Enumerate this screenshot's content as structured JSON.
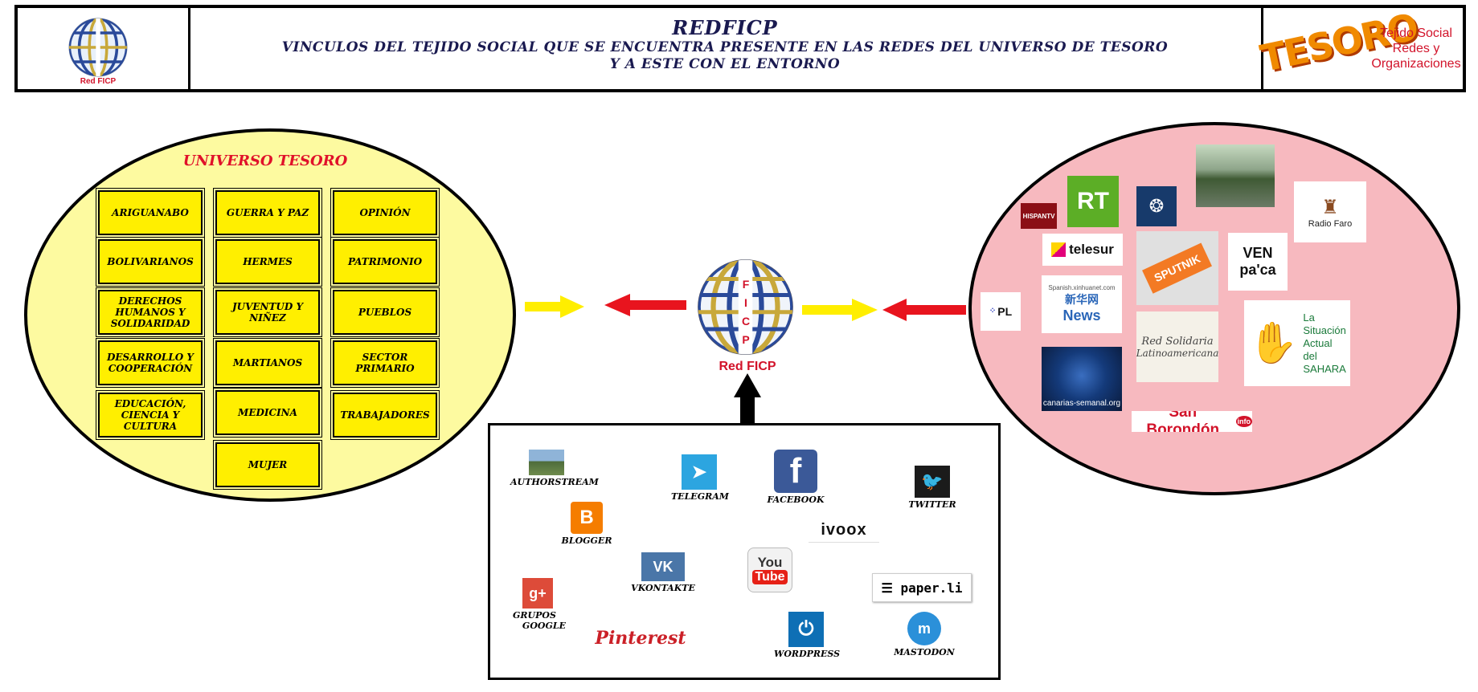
{
  "header": {
    "logo_caption": "Red FICP",
    "title": "REDFICP",
    "subtitle_line1": "VINCULOS DEL TEJIDO SOCIAL QUE SE ENCUENTRA PRESENTE EN LAS REDES DEL UNIVERSO DE TESORO",
    "subtitle_line2": "Y A ESTE CON EL ENTORNO",
    "tesoro_word": "TESORO",
    "tesoro_subtitle": [
      "Tejido Social",
      "Redes y",
      "Organizaciones"
    ]
  },
  "universe": {
    "title": "UNIVERSO TESORO",
    "col1": [
      "ARIGUANABO",
      "BOLIVARIANOS",
      "DERECHOS HUMANOS Y SOLIDARIDAD",
      "DESARROLLO Y COOPERACIÓN",
      "EDUCACIÓN, CIENCIA Y CULTURA"
    ],
    "col2": [
      "GUERRA Y PAZ",
      "HERMES",
      "JUVENTUD Y NIÑEZ",
      "MARTIANOS",
      "MEDICINA",
      "MUJER"
    ],
    "col3": [
      "OPINIÓN",
      "PATRIMONIO",
      "PUEBLOS",
      "SECTOR PRIMARIO",
      "TRABAJADORES"
    ]
  },
  "center": {
    "globe_letters": [
      "F",
      "I",
      "C",
      "P"
    ],
    "label": "Red FICP"
  },
  "social": {
    "authorstream": "AUTHORSTREAM",
    "telegram": "TELEGRAM",
    "facebook": "FACEBOOK",
    "twitter": "TWITTER",
    "blogger": "BLOGGER",
    "ivoox": "ivoox",
    "vkontakte": "VKONTAKTE",
    "youtube_top": "You",
    "youtube_bottom": "Tube",
    "paperli": "paper.li",
    "grupos_google_1": "GRUPOS",
    "grupos_google_2": "GOOGLE",
    "pinterest": "Pinterest",
    "wordpress": "WORDPRESS",
    "mastodon": "MASTODON"
  },
  "media": {
    "hispantv": "HISPANTV",
    "rt": "RT",
    "telesur": "telesur",
    "sputnik": "SPUTNIK",
    "venpaca": "VEN pa'ca",
    "radio_faro": "Radio Faro",
    "pl": "PL",
    "xinhua_top": "Spanish.xinhuanet.com",
    "xinhua_cn": "新华网",
    "xinhua_news": "News",
    "red_solidaria_1": "Red Solidaria",
    "red_solidaria_2": "Latinoamericana",
    "sahara": [
      "La",
      "Situación",
      "Actual",
      "del",
      "SAHARA"
    ],
    "canarias": "canarias-semanal.org",
    "san_borondon": "San Borondón",
    "san_borondon_suffix": "info"
  },
  "colors": {
    "yellow_box": "#ffef00",
    "left_ellipse": "#fdfaa0",
    "right_ellipse": "#f7b9bf",
    "arrow_red": "#e8141e",
    "arrow_yellow": "#ffee00",
    "title_red": "#e0112a"
  }
}
